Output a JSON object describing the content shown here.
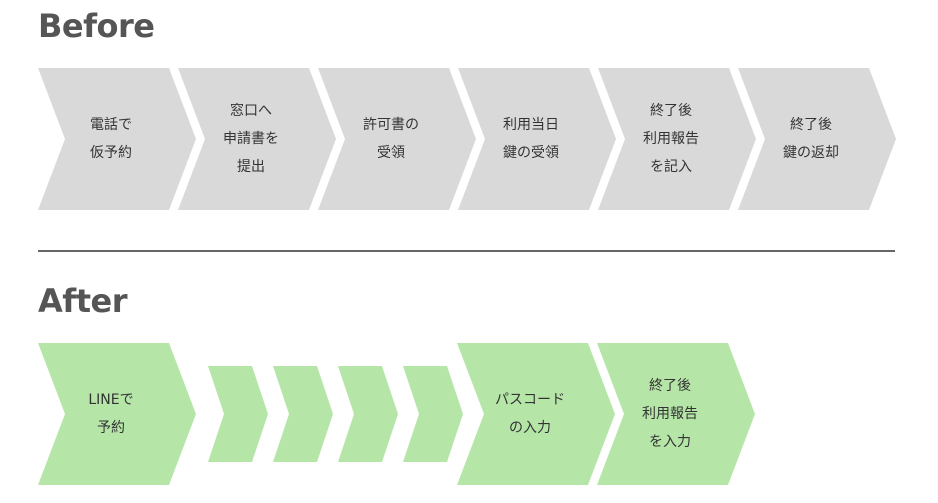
{
  "before": {
    "title": "Before",
    "color": "#d9d9d9",
    "steps": [
      {
        "lines": [
          "電話で",
          "仮予約"
        ]
      },
      {
        "lines": [
          "窓口へ",
          "申請書を",
          "提出"
        ]
      },
      {
        "lines": [
          "許可書の",
          "受領"
        ]
      },
      {
        "lines": [
          "利用当日",
          "鍵の受領"
        ]
      },
      {
        "lines": [
          "終了後",
          "利用報告",
          "を記入"
        ]
      },
      {
        "lines": [
          "終了後",
          "鍵の返却"
        ]
      }
    ]
  },
  "after": {
    "title": "After",
    "color": "#b5e6a8",
    "first_step": {
      "lines": [
        "LINEで",
        "予約"
      ]
    },
    "skipped_steps_count": 4,
    "steps": [
      {
        "lines": [
          "パスコード",
          "の入力"
        ]
      },
      {
        "lines": [
          "終了後",
          "利用報告",
          "を入力"
        ]
      }
    ]
  }
}
